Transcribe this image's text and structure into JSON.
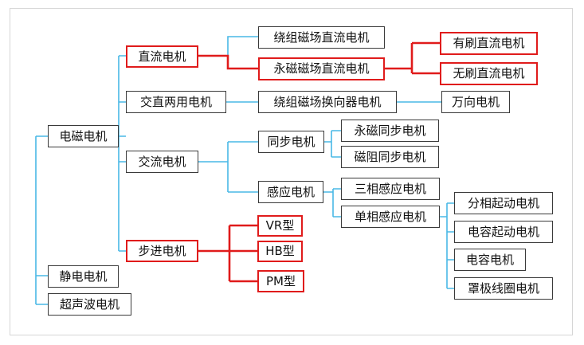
{
  "nodes": {
    "root": "电磁电机",
    "dc": "直流电机",
    "ac_dc": "交直两用电机",
    "ac": "交流电机",
    "stepper": "步进电机",
    "electrostatic": "静电电机",
    "ultrasonic": "超声波电机",
    "wound_dc": "绕组磁场直流电机",
    "pm_dc": "永磁磁场直流电机",
    "brushed_dc": "有刷直流电机",
    "brushless_dc": "无刷直流电机",
    "wound_commutator": "绕组磁场换向器电机",
    "universal": "万向电机",
    "sync": "同步电机",
    "pm_sync": "永磁同步电机",
    "reluctance_sync": "磁阻同步电机",
    "induction": "感应电机",
    "three_phase": "三相感应电机",
    "single_phase": "单相感应电机",
    "split_phase": "分相起动电机",
    "cap_start": "电容起动电机",
    "cap_motor": "电容电机",
    "shaded_pole": "罩极线圈电机",
    "vr": "VR型",
    "hb": "HB型",
    "pm": "PM型"
  },
  "colors": {
    "connector": "#49b8e6",
    "highlight": "#e01b1b",
    "box_border": "#3a3a3a"
  }
}
